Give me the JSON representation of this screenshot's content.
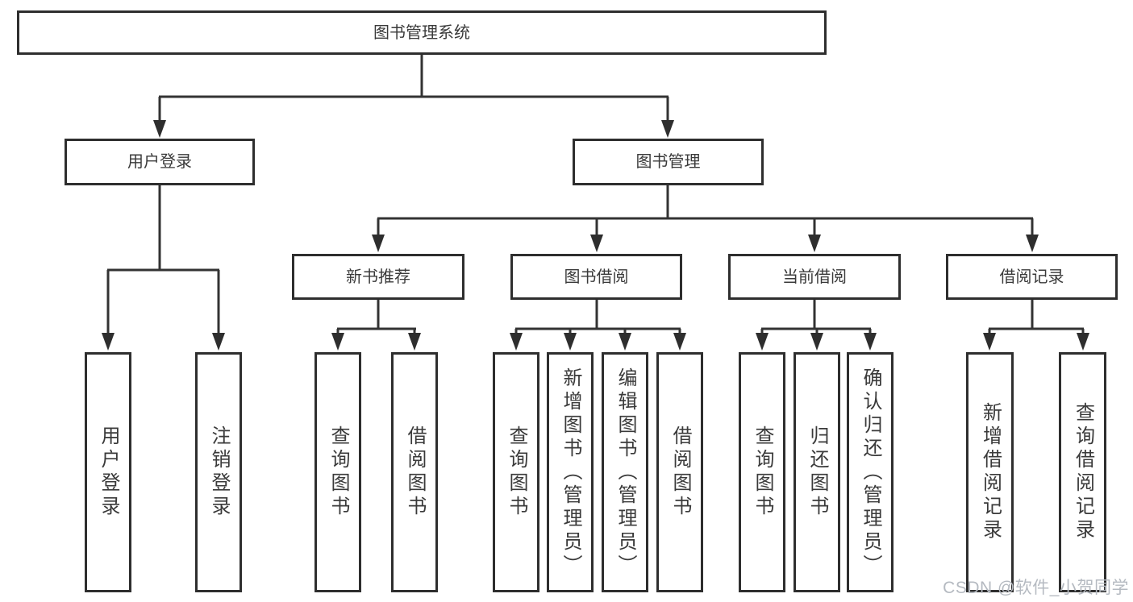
{
  "tree": {
    "label": "图书管理系统",
    "children": [
      {
        "label": "用户登录",
        "children": [
          {
            "label": "用户登录"
          },
          {
            "label": "注销登录"
          }
        ]
      },
      {
        "label": "图书管理",
        "children": [
          {
            "label": "新书推荐",
            "children": [
              {
                "label": "查询图书"
              },
              {
                "label": "借阅图书"
              }
            ]
          },
          {
            "label": "图书借阅",
            "children": [
              {
                "label": "查询图书"
              },
              {
                "label": "新增图书（管理员）"
              },
              {
                "label": "编辑图书（管理员）"
              },
              {
                "label": "借阅图书"
              }
            ]
          },
          {
            "label": "当前借阅",
            "children": [
              {
                "label": "查询图书"
              },
              {
                "label": "归还图书"
              },
              {
                "label": "确认归还（管理员）"
              }
            ]
          },
          {
            "label": "借阅记录",
            "children": [
              {
                "label": "新增借阅记录"
              },
              {
                "label": "查询借阅记录"
              }
            ]
          }
        ]
      }
    ]
  },
  "watermark": {
    "text": "CSDN @软件_小贺同学"
  },
  "colors": {
    "line": "#333333",
    "box_border": "#2e2e2e",
    "text": "#3a3a3a",
    "watermark": "#b5bac1",
    "background": "#ffffff"
  }
}
